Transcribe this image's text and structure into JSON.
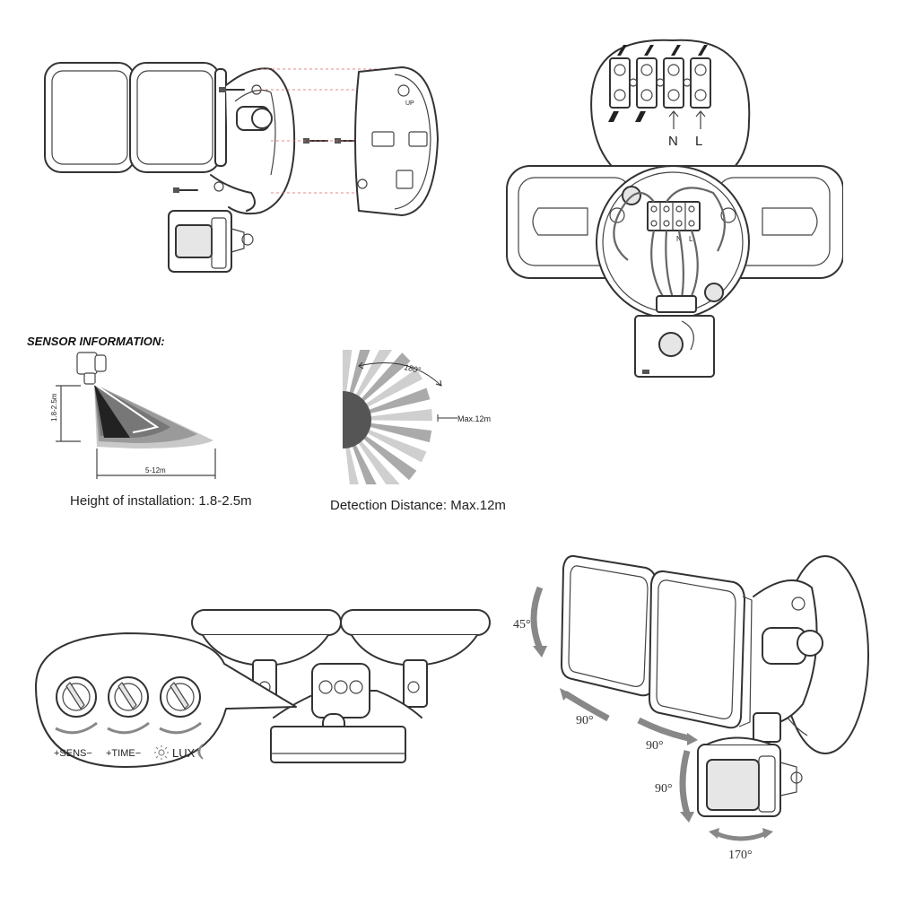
{
  "mounting": {
    "bracket_label": "UP"
  },
  "wiring": {
    "terminal_labels": [
      "N",
      "L"
    ],
    "block_labels": [
      "N",
      "L"
    ]
  },
  "sensor": {
    "section_title": "SENSOR INFORMATION:",
    "height_axis_label": "1.8-2.5m",
    "distance_axis_label": "5-12m",
    "angle_label": "180°",
    "range_label": "Max.12m",
    "height_caption": "Height of installation: 1.8-2.5m",
    "detection_caption": "Detection Distance: Max.12m"
  },
  "controls": {
    "labels": [
      "+SENS−",
      "+TIME−",
      "LUX"
    ]
  },
  "adjustment": {
    "head_tilt": "45°",
    "head_swivel": "90°",
    "arm_rotation": "90°",
    "sensor_tilt": "90°",
    "sensor_swivel": "170°"
  }
}
